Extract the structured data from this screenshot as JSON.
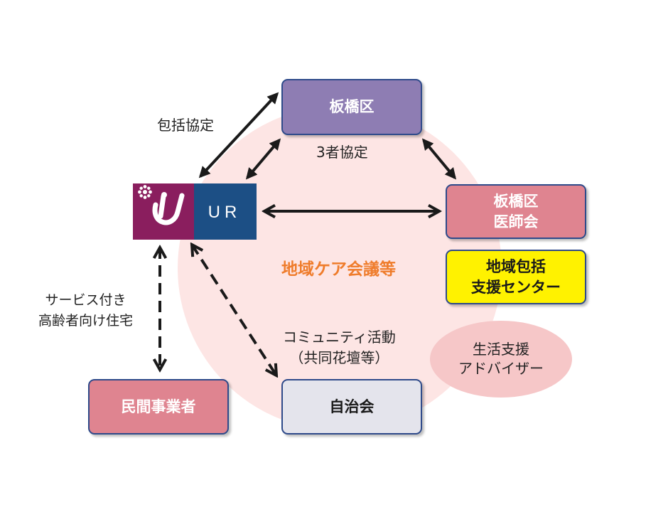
{
  "colors": {
    "circle": "#fde5e4",
    "itabashi_ku_box": "#8e7db3",
    "pink_box": "#df8490",
    "yellow_box": "#fff200",
    "gray_box": "#e4e4ec",
    "box_border": "#2e4a8a",
    "orange_text": "#ef7c2b",
    "logo_purple": "#8a1e5e",
    "logo_blue": "#1c4f85",
    "advisor_ellipse": "#f6c7c8"
  },
  "logo": {
    "text": "UR"
  },
  "nodes": {
    "itabashi_ku": "板橋区",
    "medical_assoc": [
      "板橋区",
      "医師会"
    ],
    "support_center": [
      "地域包括",
      "支援センター"
    ],
    "private_business": "民間事業者",
    "residents_assoc": "自治会",
    "advisor": [
      "生活支援",
      "アドバイザー"
    ]
  },
  "labels": {
    "comprehensive_agreement": "包括協定",
    "three_party_agreement": "3者協定",
    "community_care_meeting": "地域ケア会議等",
    "service_housing": [
      "サービス付き",
      "高齢者向け住宅"
    ],
    "community_activity": [
      "コミュニティ活動",
      "（共同花壇等）"
    ]
  }
}
